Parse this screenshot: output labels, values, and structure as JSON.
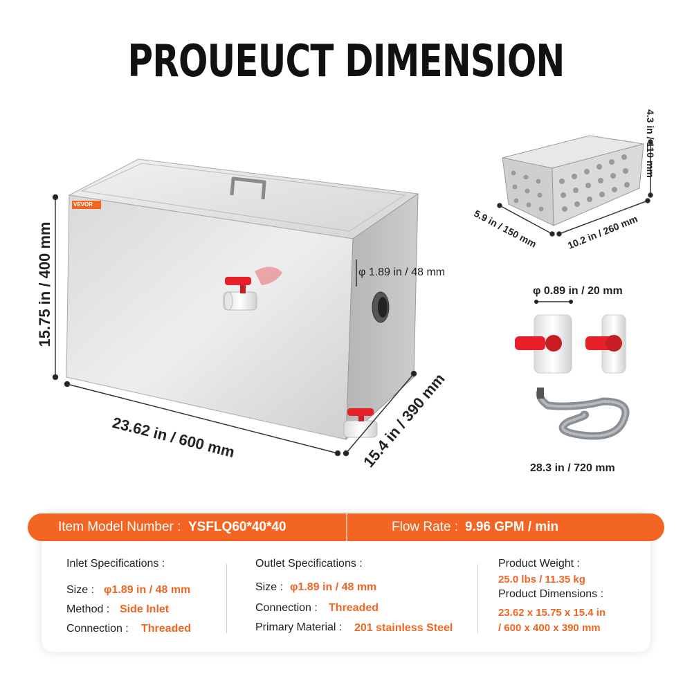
{
  "title": "PROUEUCT DIMENSION",
  "brand_logo": "VEVOR",
  "dimensions": {
    "tank_height": "15.75 in / 400 mm",
    "tank_length": "23.62 in / 600 mm",
    "tank_depth": "15.4 in / 390 mm",
    "outlet_diameter": "φ 1.89 in / 48 mm",
    "basket_height": "4.3 in / 110 mm",
    "basket_width": "5.9 in / 150 mm",
    "basket_length": "10.2 in / 260 mm",
    "valve_diameter": "φ 0.89 in / 20 mm",
    "hose_length": "28.3 in / 720 mm"
  },
  "specs_bar": {
    "model_label": "Item Model Number :",
    "model_value": "YSFLQ60*40*40",
    "flow_label": "Flow Rate :",
    "flow_value": "9.96 GPM / min"
  },
  "inlet": {
    "heading": "Inlet Specifications :",
    "size_label": "Size :",
    "size_value": "φ1.89 in / 48 mm",
    "method_label": "Method :",
    "method_value": "Side Inlet",
    "connection_label": "Connection :",
    "connection_value": "Threaded"
  },
  "outlet": {
    "heading": "Outlet Specifications :",
    "size_label": "Size :",
    "size_value": "φ1.89 in / 48 mm",
    "connection_label": "Connection :",
    "connection_value": "Threaded",
    "material_label": "Primary Material :",
    "material_value": "201 stainless Steel"
  },
  "product": {
    "weight_label": "Product Weight :",
    "weight_value": "25.0 lbs / 11.35 kg",
    "dims_label": "Product Dimensions :",
    "dims_value_line1": "23.62 x 15.75 x 15.4 in",
    "dims_value_line2": "/ 600 x 400 x 390 mm"
  },
  "colors": {
    "accent": "#f26522",
    "steel": "#c8c8c8",
    "valve_red": "#e8202a"
  }
}
